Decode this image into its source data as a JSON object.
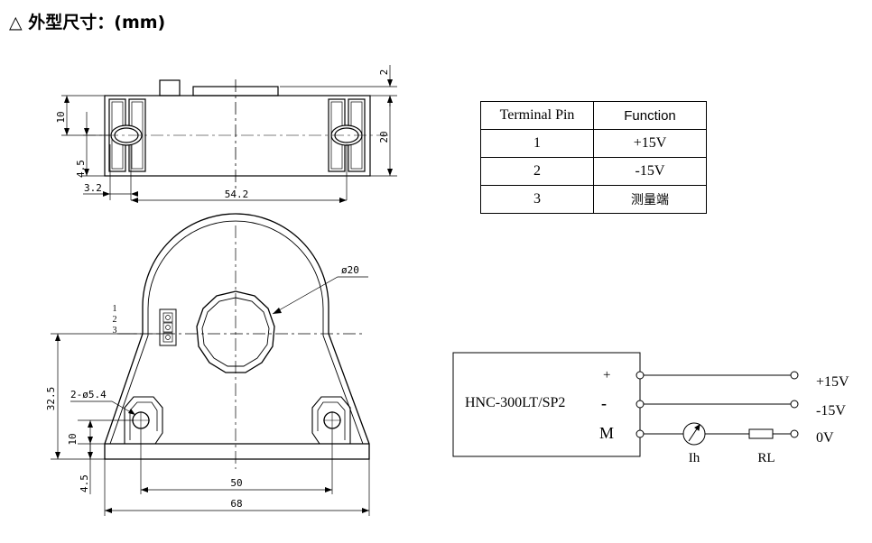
{
  "header": {
    "title_text": "外型尺寸：",
    "title_unit": "(mm)"
  },
  "top_view": {
    "dims": {
      "top_gap": "2",
      "height": "20",
      "pin_height": "10",
      "pin_offset": "4.5",
      "edge_offset": "3.2",
      "width": "54.2"
    }
  },
  "front_view": {
    "dims": {
      "hole_dia": "ø20",
      "total_height": "32.5",
      "mount_holes": "2-ø5.4",
      "hole_height": "10",
      "base_height": "4.5",
      "hole_spacing": "50",
      "total_width": "68"
    },
    "pin_labels": [
      "1",
      "2",
      "3"
    ]
  },
  "pin_table": {
    "headers": [
      "Terminal Pin",
      "Function"
    ],
    "rows": [
      {
        "pin": "1",
        "function": "+15V"
      },
      {
        "pin": "2",
        "function": "-15V"
      },
      {
        "pin": "3",
        "function": "测量端"
      }
    ]
  },
  "circuit": {
    "device": "HNC-300LT/SP2",
    "terminals": [
      "+",
      "-",
      "M"
    ],
    "outputs": [
      "+15V",
      "-15V",
      "0V"
    ],
    "meter_label": "Ih",
    "resistor_label": "RL"
  }
}
